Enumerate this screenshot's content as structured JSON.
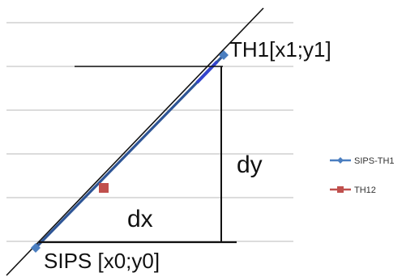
{
  "diagram": {
    "points": {
      "end_label": "TH1[x1;y1]",
      "start_label": "SIPS [x0;y0]"
    },
    "deltas": {
      "vertical_label": "dy",
      "horizontal_label": "dx"
    },
    "legend": [
      {
        "label": "SIPS-TH1",
        "color": "#4a7ec0",
        "marker": "diamond"
      },
      {
        "label": "TH12",
        "color": "#c0504d",
        "marker": "square"
      }
    ],
    "colors": {
      "gridline": "#c8c8c8",
      "main_line": "#2e5596",
      "highlight_segment": "#3344cc",
      "secant_line": "#111111",
      "delta_lines": "#111111"
    }
  }
}
